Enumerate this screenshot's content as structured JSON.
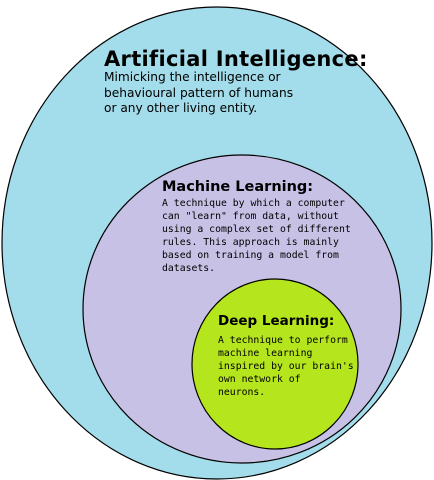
{
  "colors": {
    "artificial_intelligence": "#a3dcea",
    "machine_learning": "#c8c1e6",
    "deep_learning": "#b5e61d",
    "outline": "#000000"
  },
  "artificial_intelligence": {
    "title": "Artificial Intelligence:",
    "description": "Mimicking the intelligence or\nbehavioural pattern of humans\nor any other living entity."
  },
  "machine_learning": {
    "title": "Machine Learning:",
    "description": "A technique by which a computer\ncan \"learn\" from data, without\nusing a complex set of different\nrules. This approach is mainly\nbased on training a model from\ndatasets."
  },
  "deep_learning": {
    "title": "Deep Learning:",
    "description": "A technique to perform\nmachine learning\ninspired by our brain's\nown network of\nneurons."
  }
}
